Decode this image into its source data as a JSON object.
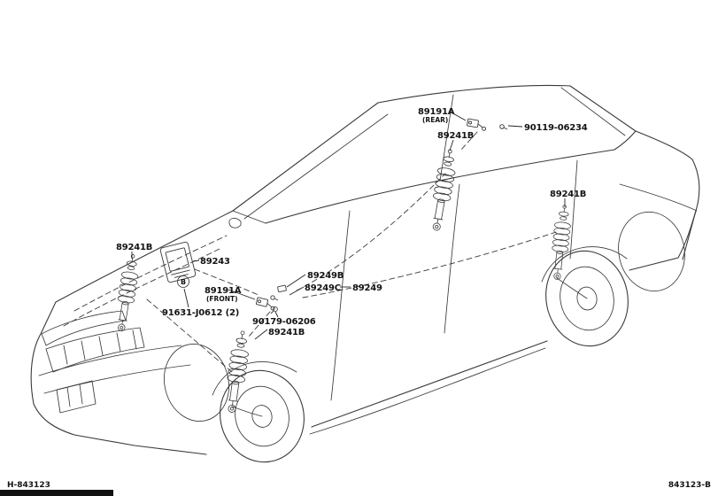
{
  "page": {
    "background": "#ffffff",
    "line_color": "#3a3a3a",
    "text_color": "#141414",
    "footer_left": "H-843123",
    "footer_right": "843123-B"
  },
  "labels": {
    "sensor_rear": {
      "text": "89191A",
      "sub": "(REAR)"
    },
    "bolt_90119": {
      "text": "90119-06234"
    },
    "shock_rear": {
      "text": "89241B"
    },
    "shock_right": {
      "text": "89241B"
    },
    "shock_front_left": {
      "text": "89241B"
    },
    "ecu": {
      "text": "89243"
    },
    "part_89249b": {
      "text": "89249B"
    },
    "part_89249c": {
      "text": "89249C"
    },
    "part_89249": {
      "text": "89249"
    },
    "sensor_front": {
      "text": "89191A",
      "sub": "(FRONT)"
    },
    "bolt_91631": {
      "text": "91631-J0612 (2)"
    },
    "bolt_90179": {
      "text": "90179-06206"
    },
    "shock_front_lower": {
      "text": "89241B"
    },
    "circled_b": {
      "text": "B"
    }
  }
}
